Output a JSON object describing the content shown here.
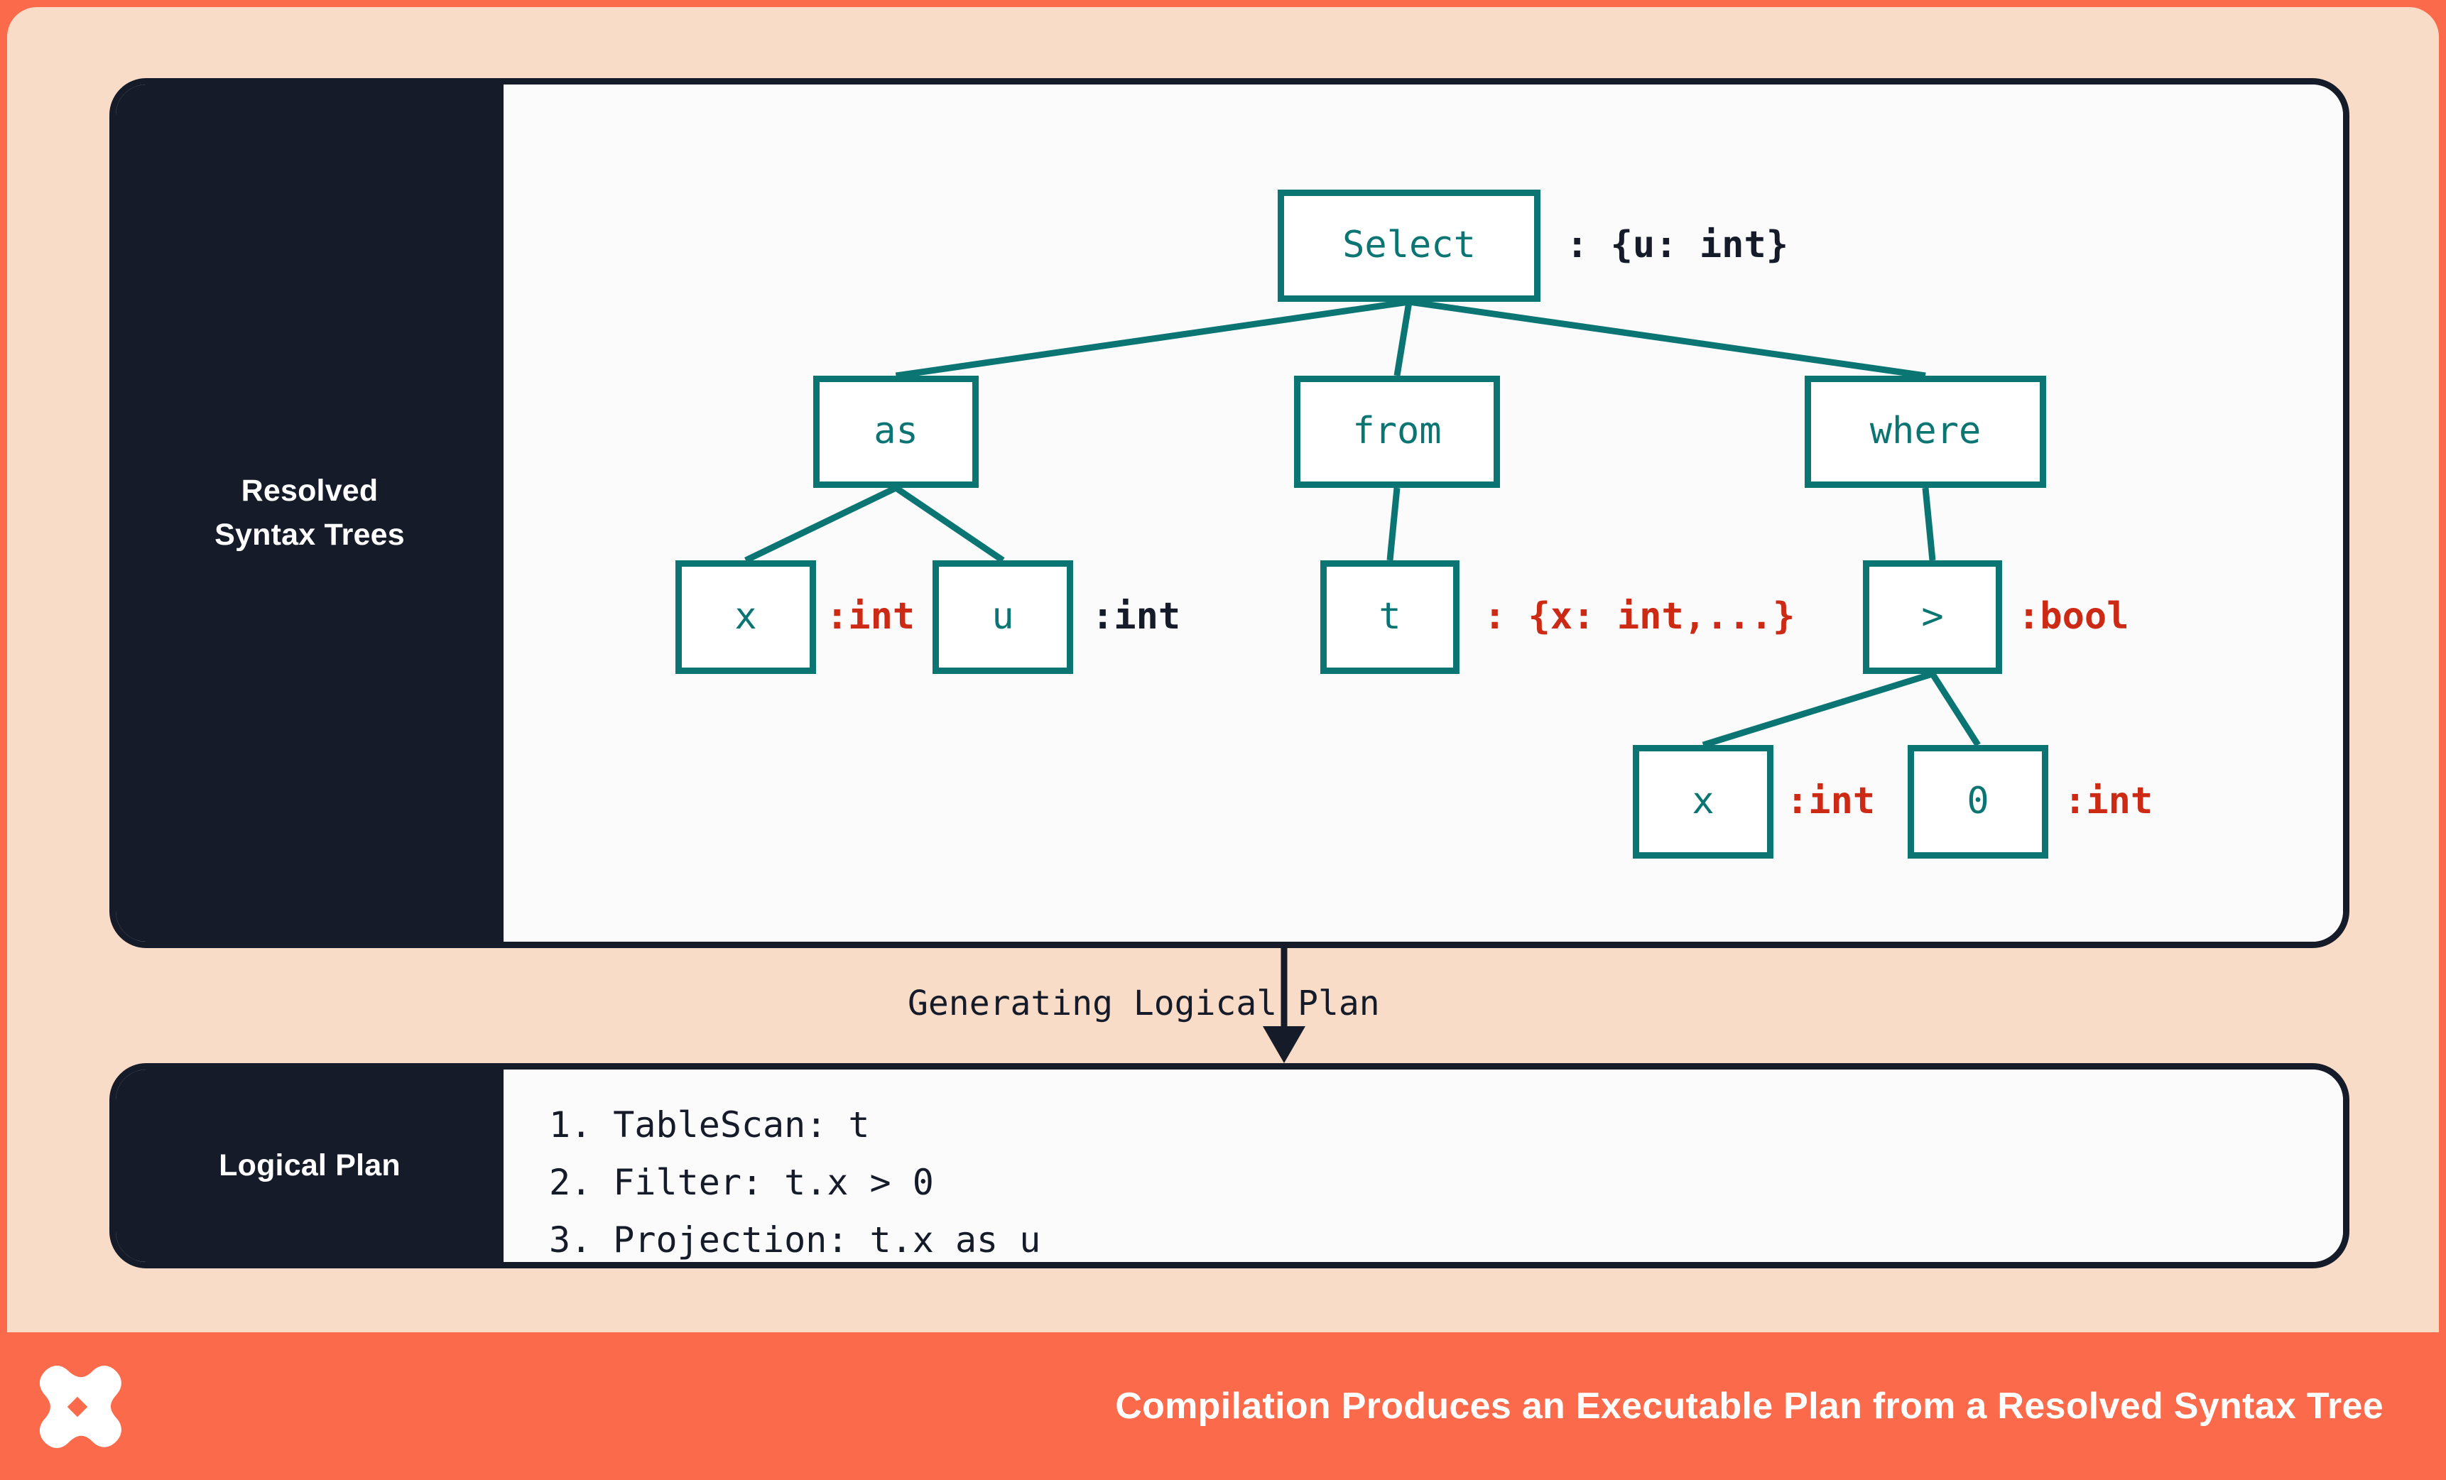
{
  "theme": {
    "frame_orange": "#fa6a4b",
    "canvas_peach": "#f9dcc7",
    "panel_dark": "#151b28",
    "panel_body": "#fbfbfc",
    "node_teal": "#0a7573",
    "annotation_red": "#cc2a14",
    "annotation_dark": "#151b28",
    "footer_text": "#ffffff"
  },
  "panels": {
    "resolved_syntax_trees": {
      "label_line1": "Resolved",
      "label_line2": "Syntax Trees"
    },
    "logical_plan": {
      "label": "Logical Plan",
      "steps": [
        "1. TableScan: t",
        "2. Filter: t.x > 0",
        "3. Projection: t.x as u"
      ]
    }
  },
  "connector": {
    "label": "Generating Logical Plan",
    "arrow_icon": "arrow-down-icon"
  },
  "tree": {
    "nodes": [
      {
        "id": "select",
        "label": "Select",
        "annotation": ": {u: int}",
        "annotation_color": "dark"
      },
      {
        "id": "as",
        "label": "as",
        "annotation": "",
        "annotation_color": "dark"
      },
      {
        "id": "from",
        "label": "from",
        "annotation": "",
        "annotation_color": "dark"
      },
      {
        "id": "where",
        "label": "where",
        "annotation": "",
        "annotation_color": "dark"
      },
      {
        "id": "as-x",
        "label": "x",
        "annotation": ":int",
        "annotation_color": "red"
      },
      {
        "id": "as-u",
        "label": "u",
        "annotation": ":int",
        "annotation_color": "dark"
      },
      {
        "id": "from-t",
        "label": "t",
        "annotation": ": {x: int,...}",
        "annotation_color": "red"
      },
      {
        "id": "gt",
        "label": ">",
        "annotation": ":bool",
        "annotation_color": "red"
      },
      {
        "id": "gt-x",
        "label": "x",
        "annotation": ":int",
        "annotation_color": "red"
      },
      {
        "id": "gt-0",
        "label": "0",
        "annotation": ":int",
        "annotation_color": "red"
      }
    ],
    "edges": [
      [
        "select",
        "as"
      ],
      [
        "select",
        "from"
      ],
      [
        "select",
        "where"
      ],
      [
        "as",
        "as-x"
      ],
      [
        "as",
        "as-u"
      ],
      [
        "from",
        "from-t"
      ],
      [
        "where",
        "gt"
      ],
      [
        "gt",
        "gt-x"
      ],
      [
        "gt",
        "gt-0"
      ]
    ]
  },
  "footer": {
    "logo_icon": "butterfly-x-logo-icon",
    "title": "Compilation Produces an Executable Plan from a Resolved Syntax Tree"
  }
}
